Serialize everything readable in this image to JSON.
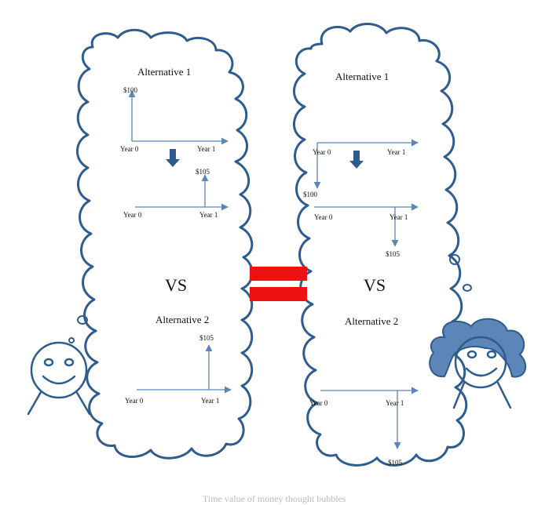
{
  "left_panel": {
    "alt1": {
      "title": "Alternative 1",
      "top_amount": "$100",
      "top_year0": "Year 0",
      "top_year1": "Year 1",
      "bottom_amount": "$105",
      "bottom_year0": "Year 0",
      "bottom_year1": "Year 1"
    },
    "vs": "VS",
    "alt2": {
      "title": "Alternative 2",
      "amount": "$105",
      "year0": "Year 0",
      "year1": "Year 1"
    }
  },
  "right_panel": {
    "alt1": {
      "title": "Alternative 1",
      "top_amount": "$100",
      "top_year0": "Year 0",
      "top_year1": "Year 1",
      "bottom_amount": "$105",
      "bottom_year0": "Year 0",
      "bottom_year1": "Year 1"
    },
    "vs": "VS",
    "alt2": {
      "title": "Alternative 2",
      "amount": "$105",
      "year0": "Year 0",
      "year1": "Year 1"
    }
  },
  "equals_color": "#ee1111",
  "caption": "Time value of money thought bubbles"
}
